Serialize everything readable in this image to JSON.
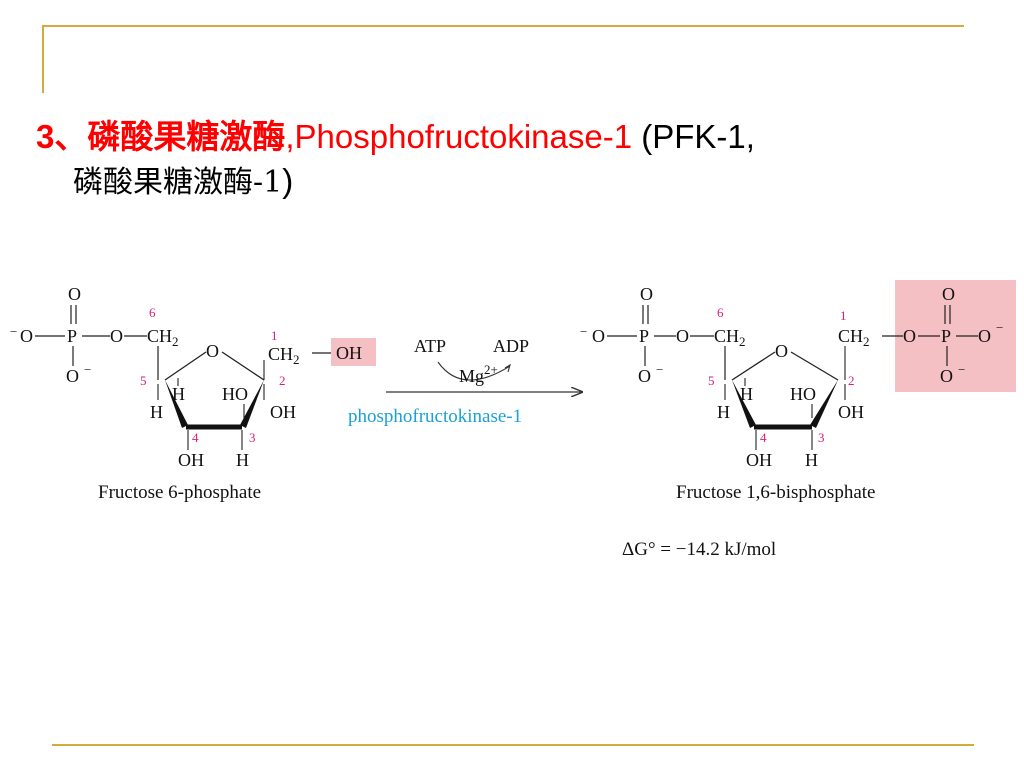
{
  "slide": {
    "heading": {
      "number": "3",
      "cn_name": "、磷酸果糖激酶",
      "en_name": ",Phosphofructokinase-1",
      "abbr": " (PFK-1,",
      "cn_name_line2": "磷酸果糖激酶-1",
      "close_paren": ")"
    }
  },
  "reaction": {
    "cofactor_in": "ATP",
    "cofactor_out": "ADP",
    "metal": "Mg",
    "metal_charge": "2+",
    "enzyme": "phosphofructokinase-1",
    "substrate_name": "Fructose 6-phosphate",
    "product_name": "Fructose 1,6-bisphosphate",
    "delta_g": "ΔG° = −14.2 kJ/mol"
  },
  "atoms": {
    "O": "O",
    "P": "P",
    "H": "H",
    "HO": "HO",
    "OH": "OH",
    "CH2": "CH",
    "sub2": "2",
    "minus": "−"
  },
  "numbering": [
    "1",
    "2",
    "3",
    "4",
    "5",
    "6"
  ],
  "colors": {
    "frame": "#d4aa3c",
    "heading_red": "#ff0000",
    "enzyme_blue": "#1aa0d8",
    "carbon_numbers": "#d6207c",
    "highlight": "#f4c0c4"
  }
}
